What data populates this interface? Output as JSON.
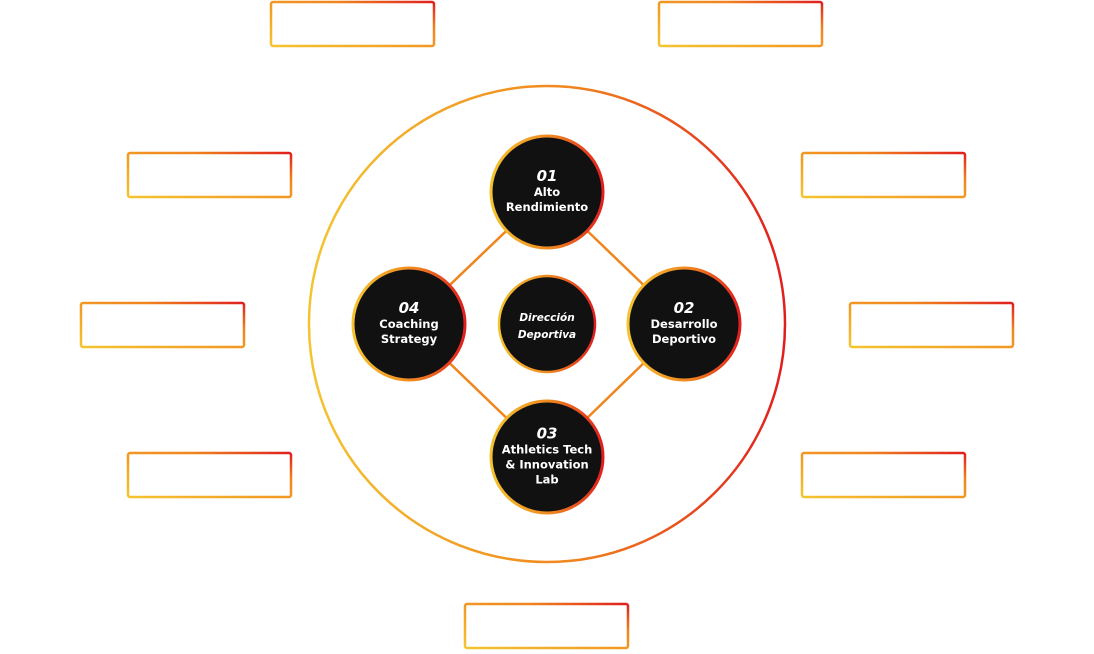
{
  "colors": {
    "gradient_start": "#f4c430",
    "gradient_mid": "#f0851e",
    "gradient_end": "#e01e1e",
    "node_fill": "#111111",
    "text": "#ffffff"
  },
  "center": {
    "lines": [
      "Dirección",
      "Deportiva"
    ]
  },
  "nodes": [
    {
      "id": "alto-rendimiento",
      "number": "01",
      "lines": [
        "Alto",
        "Rendimiento"
      ]
    },
    {
      "id": "desarrollo-deportivo",
      "number": "02",
      "lines": [
        "Desarrollo",
        "Deportivo"
      ]
    },
    {
      "id": "athletics-tech",
      "number": "03",
      "lines": [
        "Athletics Tech",
        "& Innovation",
        "Lab"
      ]
    },
    {
      "id": "coaching-strategy",
      "number": "04",
      "lines": [
        "Coaching",
        "Strategy"
      ]
    }
  ],
  "empty_boxes": [
    {
      "id": "top-left"
    },
    {
      "id": "top-right"
    },
    {
      "id": "upper-left"
    },
    {
      "id": "upper-right"
    },
    {
      "id": "middle-left"
    },
    {
      "id": "middle-right"
    },
    {
      "id": "lower-left"
    },
    {
      "id": "lower-right"
    },
    {
      "id": "bottom-center"
    }
  ]
}
